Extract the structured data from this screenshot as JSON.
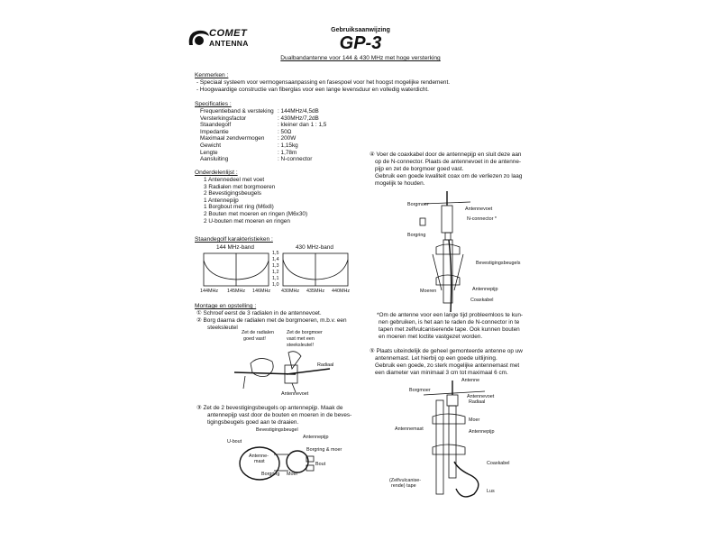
{
  "header": {
    "brand_top": "COMET",
    "brand_bottom": "ANTENNA",
    "doc_type": "Gebruiksaanwijzing",
    "model": "GP-3",
    "subtitle": "Dualbandantenne voor 144 & 430 MHz met hoge versterking"
  },
  "kenmerken": {
    "heading": "Kenmerken :",
    "items": [
      "- Speciaal systeem voor vermogensaanpassing en fasespoel voor het hoogst mogelijke rendement.",
      "- Hoogwaardige constructie van fiberglas voor een lange levensduur en volledig waterdicht."
    ]
  },
  "specificaties": {
    "heading": "Specificaties :",
    "rows": [
      {
        "k": "Frequentieband & versteking",
        "v": ": 144MHz/4,5dB"
      },
      {
        "k": "Versterkingsfactor",
        "v": ": 430MHz/7,2dB"
      },
      {
        "k": "Staandegolf",
        "v": ": kleiner dan 1 : 1,5"
      },
      {
        "k": "Impedantie",
        "v": ": 50Ω"
      },
      {
        "k": "Maximaal zendvermogen",
        "v": ": 200W"
      },
      {
        "k": "Gewicht",
        "v": ": 1,15kg"
      },
      {
        "k": "Lengte",
        "v": ": 1,78m"
      },
      {
        "k": "Aansluiting",
        "v": ": N-connector"
      }
    ]
  },
  "onderdelen": {
    "heading": "Onderdelenlijst :",
    "items": [
      "1 Antennedeel met voet",
      "3 Radialen met borgmoeren",
      "2 Bevestigingsbeugels",
      "1 Antennepijp",
      "1 Borgbout met ring (M6x8)",
      "2 Bouten met moeren en ringen (M6x30)",
      "2 U-bouten met moeren en ringen"
    ]
  },
  "staandegolf": {
    "heading": "Staandegolf karakteristieken :",
    "band1": "144 MHz-band",
    "band2": "430 MHz-band",
    "yticks": [
      "1,5",
      "1,4",
      "1,3",
      "1,2",
      "1,1",
      "1,0"
    ],
    "x1": [
      "144MHz",
      "145MHz",
      "146MHz"
    ],
    "x2": [
      "430MHz",
      "435MHz",
      "440MHz"
    ]
  },
  "montage": {
    "heading": "Montage en opstelling :",
    "step1": "① Schroef eerst de 3 radialen in de antennevoet.",
    "step2a": "② Borg daarna de radialen met de borgmoeren, m.b.v. een",
    "step2b": "steeksleutel",
    "fig1": {
      "l1a": "Zet de radialen",
      "l1b": "goed vast!",
      "l2a": "Zet de borgmoer",
      "l2b": "vast met een",
      "l2c": "steeksleutel!",
      "radiaal": "Radiaal",
      "antennevoet": "Antennevoet"
    },
    "step3a": "③ Zet de 2 bevestigingsbeugels op antennepijp. Maak de",
    "step3b": "antennepijp vast door de bouten en moeren in de beves-",
    "step3c": "tigingsbeugels goed aan te draaien.",
    "fig2": {
      "beugel": "Bevestigingsbeugel",
      "ubout": "U-bout",
      "pijp": "Antennepijp",
      "mast_a": "Antenne-",
      "mast_b": "mast",
      "borgmoer": "Borgring & moer",
      "bout": "Bout",
      "borgring": "Borgring",
      "moer": "Moer"
    }
  },
  "step4": {
    "l1": "④ Voer de coaxkabel door de antennepijp en sluit deze aan",
    "l2": "op de N-connector. Plaats de antennevoet in de antenne-",
    "l3": "pijp en zet de borgmoer goed vast.",
    "l4": "Gebruik een goede kwaliteit coax om de verliezen zo laag",
    "l5": "mogelijk te houden.",
    "fig": {
      "borgmoer": "Borgmoer",
      "antennevoet": "Antennevoet",
      "nconn": "N-connector *",
      "borgring": "Borgring",
      "beugels": "Bevestigingsbeugels",
      "moeren": "Moeren",
      "pijp": "Antennepijp",
      "coax": "Coaxkabel"
    }
  },
  "note": {
    "l1": "*Om de antenne voor een lange tijd probleemloos te kun-",
    "l2": "nen gebruiken, is het aan te raden de N-connector in te",
    "l3": "tapen met zelfvulcaniserende tape. Ook kunnen bouten",
    "l4": "en moeren met loctite vastgezet worden."
  },
  "step5": {
    "l1": "⑤ Plaats uiteindelijk de geheel gemonteerde antenne op uw",
    "l2": "antennemast. Let hierbij op een goede uitlijning.",
    "l3": "Gebruik een goede, zo sterk mogelijke antennemast met",
    "l4": "een diameter van minimaal 3 cm tot maximaal 6 cm.",
    "fig": {
      "antenne": "Antenne",
      "borgmoer": "Borgmoer",
      "antennevoet": "Antennevoet",
      "radiaal": "Radiaal",
      "moer": "Moer",
      "mast": "Antennemast",
      "pijp": "Antennepijp",
      "coax": "Coaxkabel",
      "tape_a": "(Zelfvulcanise-",
      "tape_b": "rende) tape",
      "lus": "Lus"
    }
  }
}
